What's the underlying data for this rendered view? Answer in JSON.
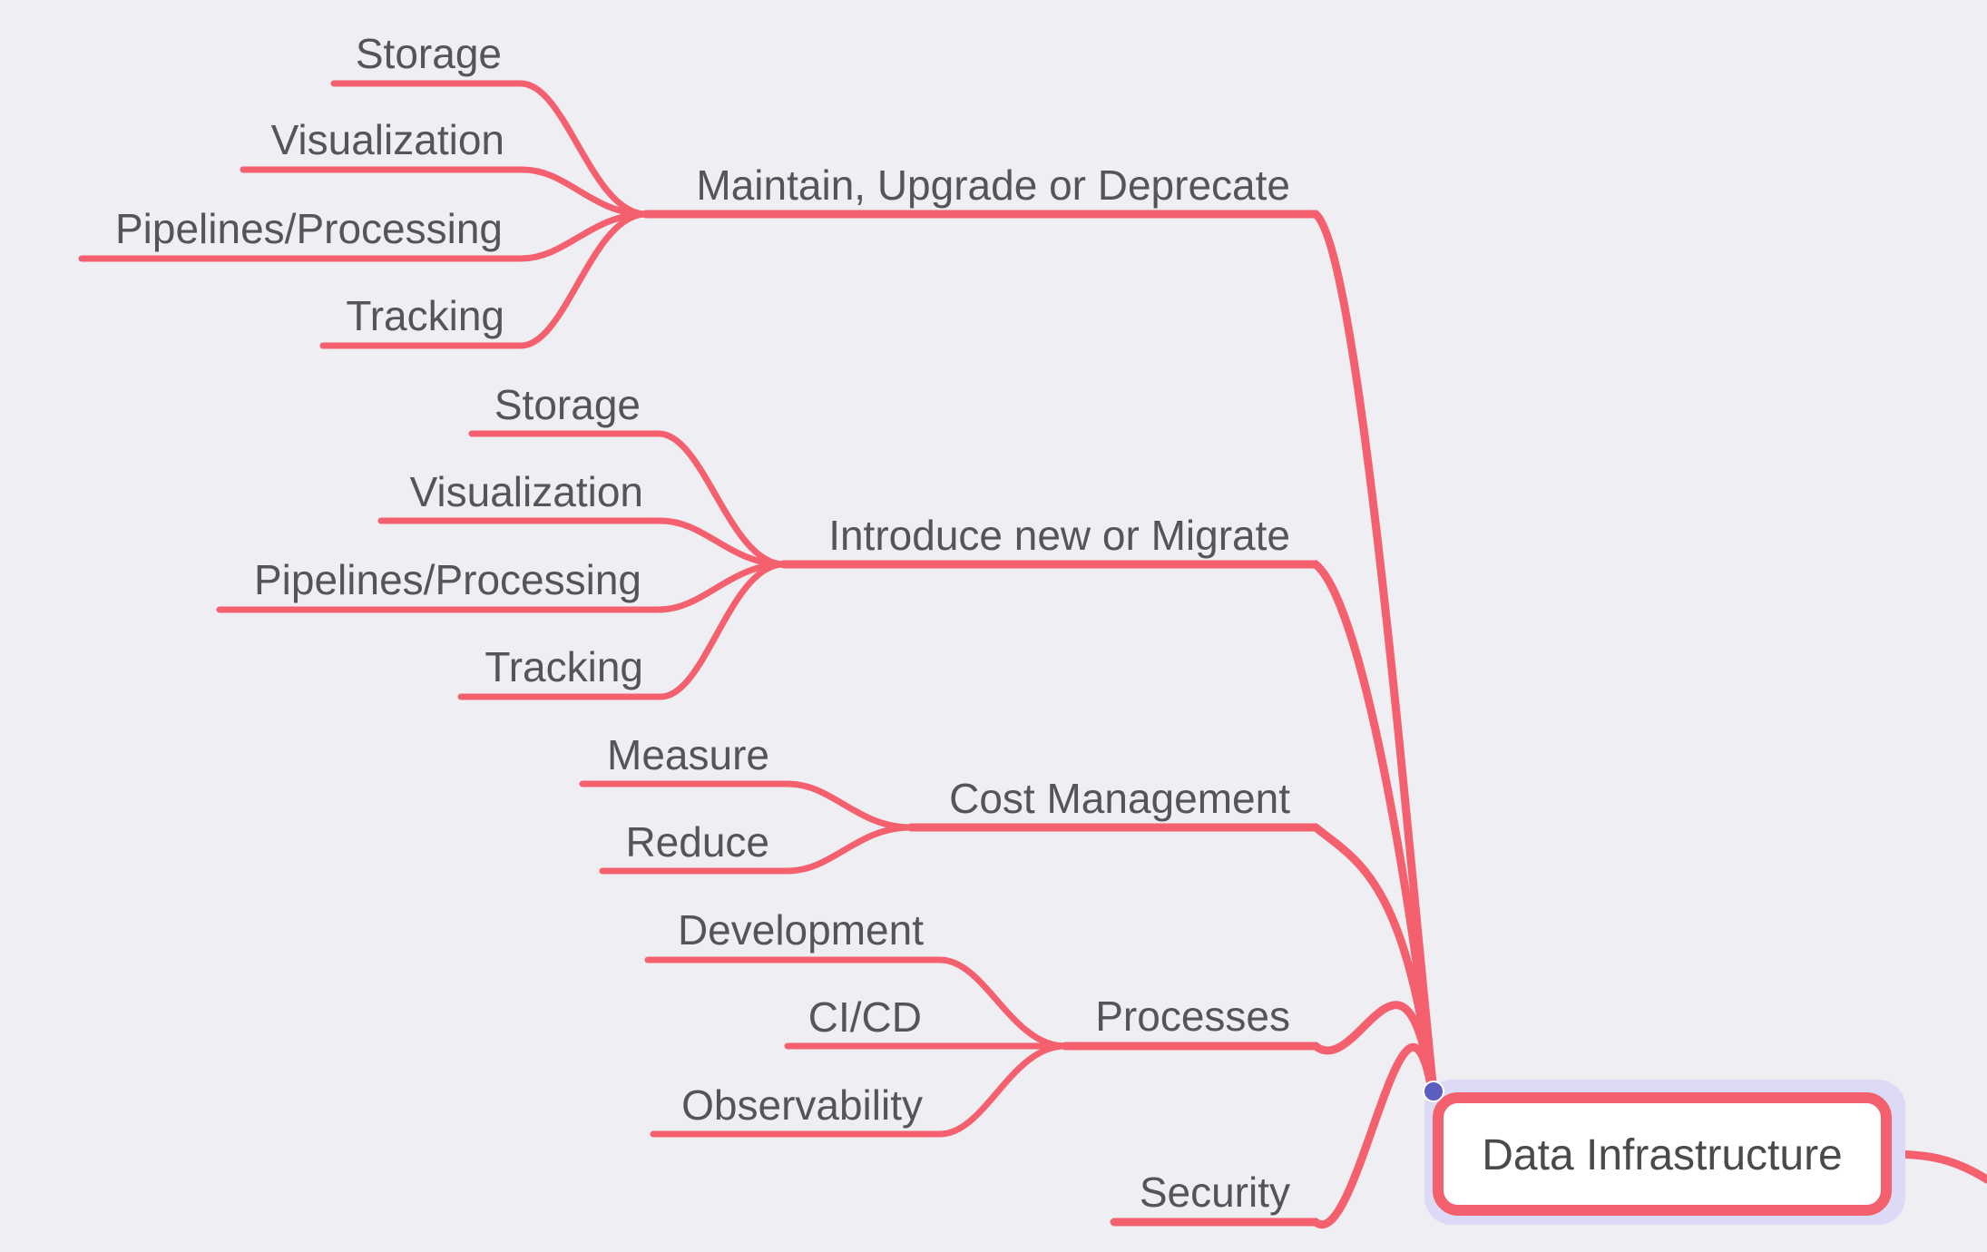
{
  "mindmap": {
    "root": {
      "label": "Data Infrastructure"
    },
    "branches": [
      {
        "label": "Maintain, Upgrade or Deprecate",
        "children": [
          "Storage",
          "Visualization",
          "Pipelines/Processing",
          "Tracking"
        ]
      },
      {
        "label": "Introduce new or Migrate",
        "children": [
          "Storage",
          "Visualization",
          "Pipelines/Processing",
          "Tracking"
        ]
      },
      {
        "label": "Cost Management",
        "children": [
          "Measure",
          "Reduce"
        ]
      },
      {
        "label": "Processes",
        "children": [
          "Development",
          "CI/CD",
          "Observability"
        ]
      },
      {
        "label": "Security",
        "children": []
      }
    ]
  },
  "colors": {
    "background": "#efeef3",
    "edge": "#f5606f",
    "text": "#555557",
    "root_fill": "#ffffff",
    "root_halo": "#dcdaf4",
    "selection_handle": "#5d5fc0"
  }
}
